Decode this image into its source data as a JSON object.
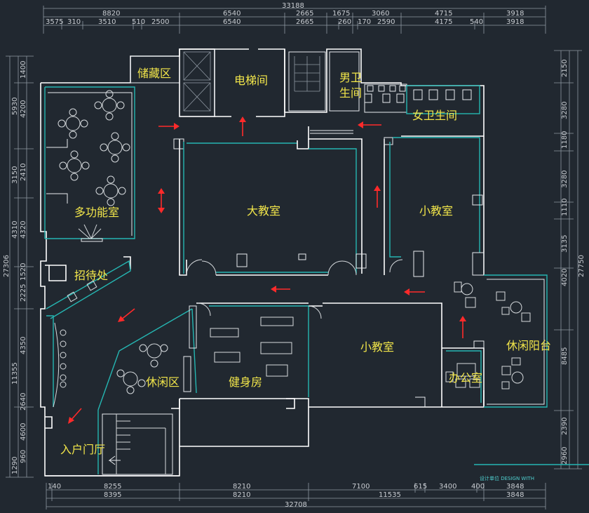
{
  "rooms": {
    "storage": "储藏区",
    "elevator": "电梯间",
    "male_wc_1": "男卫",
    "male_wc_2": "生间",
    "female_wc": "女卫生间",
    "multi": "多功能室",
    "big_class": "大教室",
    "small_class_top": "小教室",
    "reception": "招待处",
    "leisure": "休闲区",
    "gym": "健身房",
    "small_class_bottom": "小教室",
    "office": "办公室",
    "balcony": "休闲阳台",
    "entrance": "入户门厅"
  },
  "dims_top": {
    "total": "33188",
    "row1": [
      "8820",
      "6540",
      "2665",
      "1675",
      "3060",
      "4715",
      "3918"
    ],
    "row2": [
      "3575",
      "310",
      "3510",
      "510",
      "2500",
      "6540",
      "2665",
      "260",
      "170",
      "2590",
      "4175",
      "540",
      "3918"
    ]
  },
  "dims_bottom": {
    "total": "32708",
    "row1": [
      "140",
      "8255",
      "8210",
      "7100",
      "615",
      "3400",
      "400",
      "3848"
    ],
    "row2": [
      "8395",
      "8210",
      "11535",
      "3848"
    ]
  },
  "dims_left": {
    "total": "27306",
    "values": [
      "1400",
      "5930",
      "4200",
      "3150",
      "2410",
      "4310",
      "4320",
      "1520",
      "2225",
      "4350",
      "11355",
      "2640",
      "4600",
      "960",
      "1290"
    ]
  },
  "dims_right": {
    "total": "27750",
    "values": [
      "2150",
      "3280",
      "1180",
      "3280",
      "1110",
      "3135",
      "4020",
      "8485",
      "2390",
      "2960"
    ]
  },
  "design_unit": "设计单位 DESIGN WITH",
  "colors": {
    "background": "#212830",
    "label": "#f2e64a",
    "wall": "#ffffff",
    "teal": "#25b6b2",
    "arrow": "#ff2a2a"
  }
}
